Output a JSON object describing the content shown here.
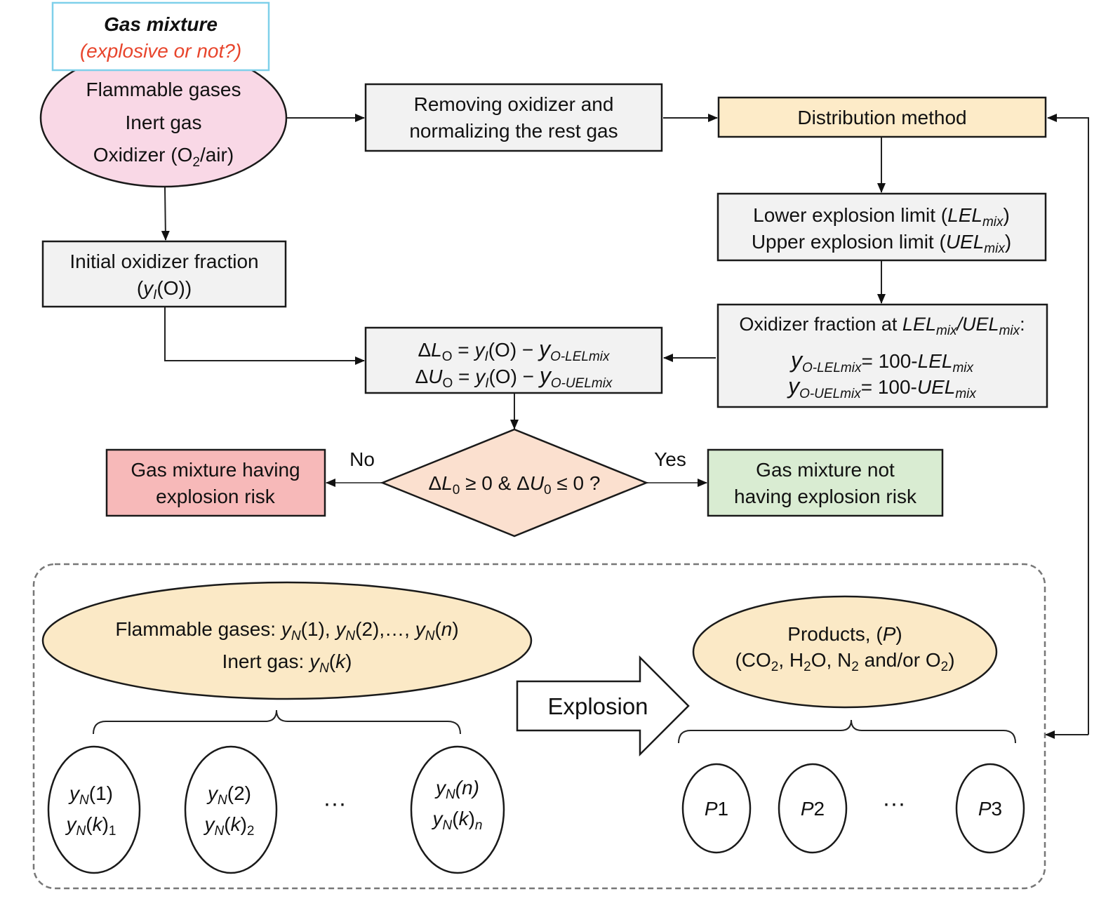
{
  "title_box": {
    "line1": "Gas mixture",
    "line2": "(explosive or not?)",
    "line2_color": "#e8452c",
    "border_color": "#7fd0ea"
  },
  "input_ellipse": {
    "line1": "Flammable gases",
    "line2": "Inert gas",
    "line3_pre": "Oxidizer (O",
    "line3_sub": "2",
    "line3_post": "/air)",
    "fill": "#f9d8e6"
  },
  "remove_box": {
    "line1": "Removing oxidizer and",
    "line2": "normalizing the rest gas",
    "fill": "#f2f2f2"
  },
  "distribution_box": {
    "label": "Distribution method",
    "fill": "#fdebc8"
  },
  "limits_box": {
    "line1_pre": "Lower explosion limit (",
    "line1_var": "LEL",
    "line1_sub": "mix",
    "line1_post": ")",
    "line2_pre": "Upper explosion limit (",
    "line2_var": "UEL",
    "line2_sub": "mix",
    "line2_post": ")",
    "fill": "#f2f2f2"
  },
  "oxidizer_fraction_box": {
    "heading_pre": "Oxidizer fraction at ",
    "heading_var1": "LEL",
    "heading_sub1": "mix",
    "heading_sep": "/",
    "heading_var2": "UEL",
    "heading_sub2": "mix",
    "heading_post": ":",
    "eq1_var": "y",
    "eq1_sub": "O-LELmix",
    "eq1_mid": "= 100-",
    "eq1_rvar": "LEL",
    "eq1_rsub": "mix",
    "eq2_var": "y",
    "eq2_sub": "O-UELmix",
    "eq2_mid": "= 100-",
    "eq2_rvar": "UEL",
    "eq2_rsub": "mix",
    "fill": "#f2f2f2"
  },
  "initial_box": {
    "line1": "Initial oxidizer fraction",
    "line2_pre": "(",
    "line2_var": "y",
    "line2_sub": "I",
    "line2_post": "(O))",
    "fill": "#f2f2f2"
  },
  "delta_box": {
    "eq1_delta": "Δ",
    "eq1_var": "L",
    "eq1_sub": "O",
    "eq1_mid": " = ",
    "eq1_y": "y",
    "eq1_ysub": "I",
    "eq1_o": "(O) − ",
    "eq1_y2": "y",
    "eq1_y2sub": "O-LELmix",
    "eq2_delta": "Δ",
    "eq2_var": "U",
    "eq2_sub": "O",
    "eq2_mid": " = ",
    "eq2_y": "y",
    "eq2_ysub": "I",
    "eq2_o": "(O) − ",
    "eq2_y2": "y",
    "eq2_y2sub": "O-UELmix",
    "fill": "#f2f2f2"
  },
  "decision": {
    "delta1": "Δ",
    "var1": "L",
    "sub1": "0",
    "mid": " ≥ 0 & Δ",
    "var2": "U",
    "sub2": "0",
    "end": " ≤ 0 ?",
    "fill": "#fbe0cf",
    "no_label": "No",
    "yes_label": "Yes"
  },
  "risk_box": {
    "line1": "Gas mixture having",
    "line2": "explosion risk",
    "fill": "#f7b9b9"
  },
  "no_risk_box": {
    "line1": "Gas mixture not",
    "line2": "having explosion risk",
    "fill": "#d9ecd2"
  },
  "bottom_panel": {
    "border_color": "#777777",
    "gases_ellipse": {
      "line1_pre": "Flammable gases: ",
      "terms": [
        {
          "var": "y",
          "sub": "N",
          "arg": "(1)",
          "sep": ", "
        },
        {
          "var": "y",
          "sub": "N",
          "arg": "(2)",
          "sep": ",…, "
        },
        {
          "var": "y",
          "sub": "N",
          "arg_pre": "(",
          "arg_var": "n",
          "arg_post": ")",
          "sep": ""
        }
      ],
      "line2_pre": "Inert gas: ",
      "line2_var": "y",
      "line2_sub": "N",
      "line2_arg_pre": "(",
      "line2_arg_var": "k",
      "line2_arg_post": ")",
      "fill": "#fbe9c6"
    },
    "explosion_arrow_label": "Explosion",
    "products_ellipse": {
      "line1_pre": "Products, (",
      "line1_var": "P",
      "line1_post": ")",
      "line2": [
        {
          "t": "(CO"
        },
        {
          "s": "2"
        },
        {
          "t": ", H"
        },
        {
          "s": "2"
        },
        {
          "t": "O, N"
        },
        {
          "s": "2"
        },
        {
          "t": " and/or O"
        },
        {
          "s": "2"
        },
        {
          "t": ")"
        }
      ],
      "fill": "#fbe9c6"
    },
    "gas_items": [
      {
        "l1_var": "y",
        "l1_sub": "N",
        "l1_arg": "(1)",
        "l2_var": "y",
        "l2_sub": "N",
        "l2_pre": "(",
        "l2_k": "k",
        "l2_post": ")",
        "l2_idx": "1"
      },
      {
        "l1_var": "y",
        "l1_sub": "N",
        "l1_arg": "(2)",
        "l2_var": "y",
        "l2_sub": "N",
        "l2_pre": "(",
        "l2_k": "k",
        "l2_post": ")",
        "l2_idx": "2"
      },
      {
        "l1_var": "y",
        "l1_sub": "N",
        "l1_arg": "(n)",
        "l2_var": "y",
        "l2_sub": "N",
        "l2_pre": "(",
        "l2_k": "k",
        "l2_post": ")",
        "l2_idx": "n"
      }
    ],
    "gas_ellipsis": "···",
    "product_items": [
      {
        "var": "P",
        "num": "1"
      },
      {
        "var": "P",
        "num": "2"
      },
      {
        "var": "P",
        "num": "3"
      }
    ],
    "product_ellipsis": "···"
  }
}
